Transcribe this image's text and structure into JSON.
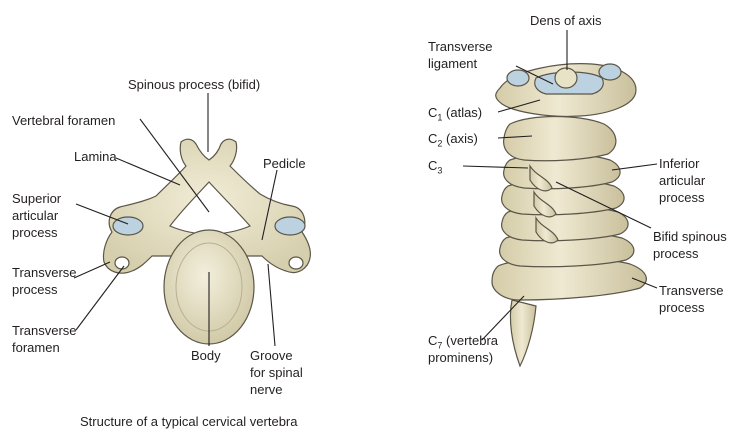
{
  "figure": {
    "caption": "Structure of a typical cervical vertebra",
    "colors": {
      "bone": "#e8e2c6",
      "bone_shade": "#cfc7a4",
      "bone_outline": "#5b5648",
      "cartilage": "#bcd2e0",
      "leader": "#231f20"
    }
  },
  "left_panel": {
    "labels": {
      "spinous_process": "Spinous process (bifid)",
      "vertebral_foramen": "Vertebral foramen",
      "lamina": "Lamina",
      "pedicle": "Pedicle",
      "superior_articular": [
        "Superior",
        "articular",
        "process"
      ],
      "transverse_process": [
        "Transverse",
        "process"
      ],
      "transverse_foramen": [
        "Transverse",
        "foramen"
      ],
      "body": "Body",
      "groove": [
        "Groove",
        "for spinal",
        "nerve"
      ]
    }
  },
  "right_panel": {
    "labels": {
      "dens": "Dens of axis",
      "transverse_ligament": [
        "Transverse",
        "ligament"
      ],
      "c1": {
        "prefix": "C",
        "sub": "1",
        "rest": " (atlas)"
      },
      "c2": {
        "prefix": "C",
        "sub": "2",
        "rest": " (axis)"
      },
      "c3": {
        "prefix": "C",
        "sub": "3"
      },
      "inferior_articular": [
        "Inferior",
        "articular",
        "process"
      ],
      "bifid_spinous": [
        "Bifid spinous",
        "process"
      ],
      "transverse_process": [
        "Transverse",
        "process"
      ],
      "c7": {
        "prefix": "C",
        "sub": "7",
        "rest": " (vertebra",
        "line2": "prominens)"
      }
    }
  }
}
